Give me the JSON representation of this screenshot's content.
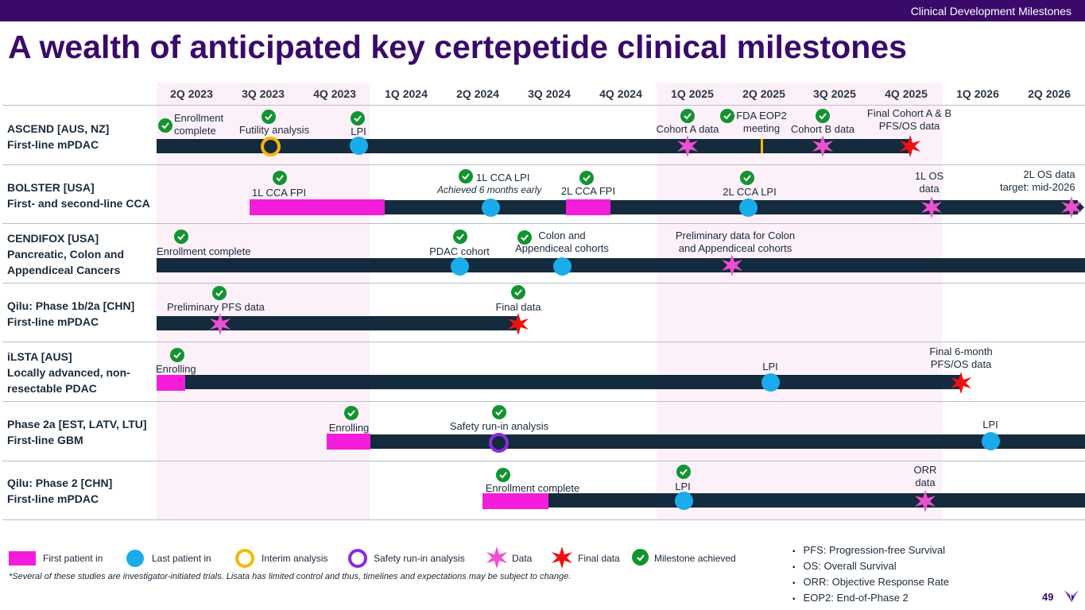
{
  "header": {
    "section": "Clinical Development Milestones",
    "title": "A wealth of anticipated key certepetide clinical milestones"
  },
  "quarters": [
    "2Q 2023",
    "3Q 2023",
    "4Q 2023",
    "1Q 2024",
    "2Q 2024",
    "3Q 2024",
    "4Q 2024",
    "1Q 2025",
    "2Q 2025",
    "3Q 2025",
    "4Q 2025",
    "1Q 2026",
    "2Q 2026"
  ],
  "rows": [
    {
      "line1": "ASCEND [AUS, NZ]",
      "line2": "First-line mPDAC",
      "line3": ""
    },
    {
      "line1": "BOLSTER [USA]",
      "line2": "First- and second-line CCA",
      "line3": ""
    },
    {
      "line1": "CENDIFOX [USA]",
      "line2": "Pancreatic, Colon and",
      "line3": "Appendiceal Cancers"
    },
    {
      "line1": "Qilu: Phase 1b/2a [CHN]",
      "line2": "First-line mPDAC",
      "line3": ""
    },
    {
      "line1": "iLSTA [AUS]",
      "line2": "Locally advanced, non-",
      "line3": "resectable PDAC"
    },
    {
      "line1": "Phase 2a [EST, LATV, LTU]",
      "line2": "First-line GBM",
      "line3": ""
    },
    {
      "line1": "Qilu: Phase 2 [CHN]",
      "line2": "First-line mPDAC",
      "line3": ""
    }
  ],
  "milestones": {
    "ascend": {
      "enrollment": [
        "Enrollment",
        "complete"
      ],
      "futility": "Futility analysis",
      "lpi": "LPI",
      "cohort_a": "Cohort A data",
      "fda": [
        "FDA EOP2",
        "meeting"
      ],
      "cohort_b": "Cohort B data",
      "final": [
        "Final Cohort A & B",
        "PFS/OS data"
      ]
    },
    "bolster": {
      "fpi_1l": "1L CCA FPI",
      "lpi_1l": "1L CCA LPI",
      "lpi_1l_note": "Achieved 6 months early",
      "fpi_2l": "2L CCA FPI",
      "lpi_2l": "2L CCA LPI",
      "os_1l": [
        "1L OS",
        "data"
      ],
      "os_2l": [
        "2L OS data",
        "target: mid-2026"
      ]
    },
    "cendifox": {
      "enrollment": "Enrollment complete",
      "pdac": "PDAC cohort",
      "colon": [
        "Colon and",
        "Appendiceal cohorts"
      ],
      "prelim": [
        "Preliminary data for Colon",
        "and Appendiceal cohorts"
      ]
    },
    "qilu1": {
      "prelim": "Preliminary PFS data",
      "final": "Final data"
    },
    "ilsta": {
      "enrolling": "Enrolling",
      "lpi": "LPI",
      "final": [
        "Final 6-month",
        "PFS/OS data"
      ]
    },
    "phase2a": {
      "enrolling": "Enrolling",
      "safety": "Safety run-in analysis",
      "lpi": "LPI"
    },
    "qilu2": {
      "enrollment": "Enrollment complete",
      "lpi": "LPI",
      "orr": [
        "ORR",
        "data"
      ]
    }
  },
  "legend": {
    "fpi": "First patient in",
    "lpi": "Last patient in",
    "interim": "Interim analysis",
    "safety": "Safety run-in analysis",
    "data": "Data",
    "final": "Final data",
    "achieved": "Milestone achieved"
  },
  "footnote": "*Several of these studies are investigator-initiated trials. Lisata has limited control and thus, timelines and expectations may be subject to change.",
  "abbreviations": [
    "PFS: Progression-free Survival",
    "OS: Overall Survival",
    "ORR: Objective Response Rate",
    "EOP2: End-of-Phase 2"
  ],
  "page_number": "49",
  "colors": {
    "brand": "#3a0a6b",
    "bar": "#142b3d",
    "fpi": "#f31ddb",
    "lpi": "#1aabeb",
    "interim": "#f5b800",
    "safety": "#8b2be2",
    "data_star": "#ee4fd1",
    "final_star": "#ee1111",
    "achieved": "#129430",
    "shade": "#fcf0f9"
  }
}
